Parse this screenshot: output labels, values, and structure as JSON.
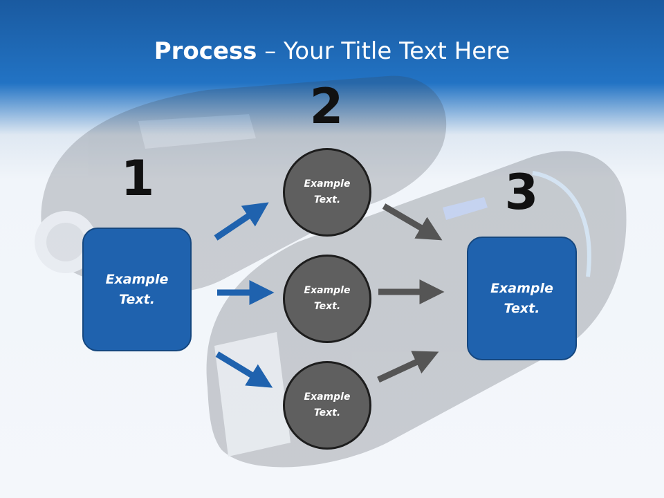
{
  "title": {
    "bold": "Process",
    "rest": " – Your Title Text Here"
  },
  "steps": [
    {
      "number": "1",
      "text": "Example Text."
    },
    {
      "number": "2",
      "items": [
        "Example Text.",
        "Example Text.",
        "Example Text."
      ]
    },
    {
      "number": "3",
      "text": "Example Text."
    }
  ],
  "colors": {
    "header_blue": "#1f6ab8",
    "box_blue": "#1f62ae",
    "circle_gray": "#5f5f5f",
    "arrow_blue": "#1f62ae",
    "arrow_gray": "#555555"
  },
  "background": "faded electric shaver photograph"
}
